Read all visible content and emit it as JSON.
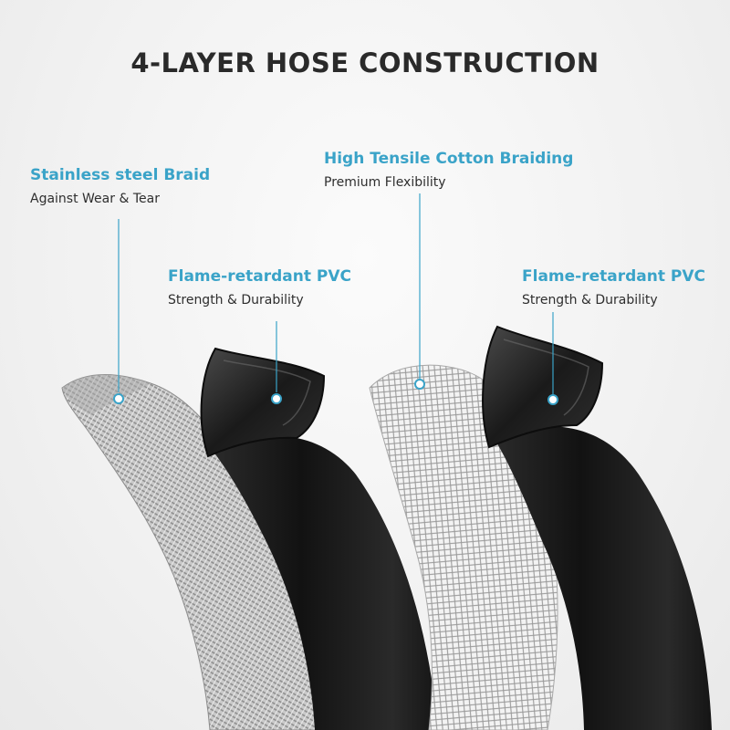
{
  "title": "4-LAYER HOSE CONSTRUCTION",
  "layers": [
    {
      "heading": "Stainless steel Braid",
      "description": "Against Wear & Tear"
    },
    {
      "heading": "Flame-retardant PVC",
      "description": "Strength & Durability"
    },
    {
      "heading": "High Tensile Cotton Braiding",
      "description": "Premium Flexibility"
    },
    {
      "heading": "Flame-retardant PVC",
      "description": "Strength & Durability"
    }
  ],
  "colors": {
    "accent": "#3aa3c8",
    "title": "#2a2a2a",
    "pvc": "#1c1c1c",
    "steel": "#b8b8b8",
    "cotton": "#e2e2e2"
  }
}
